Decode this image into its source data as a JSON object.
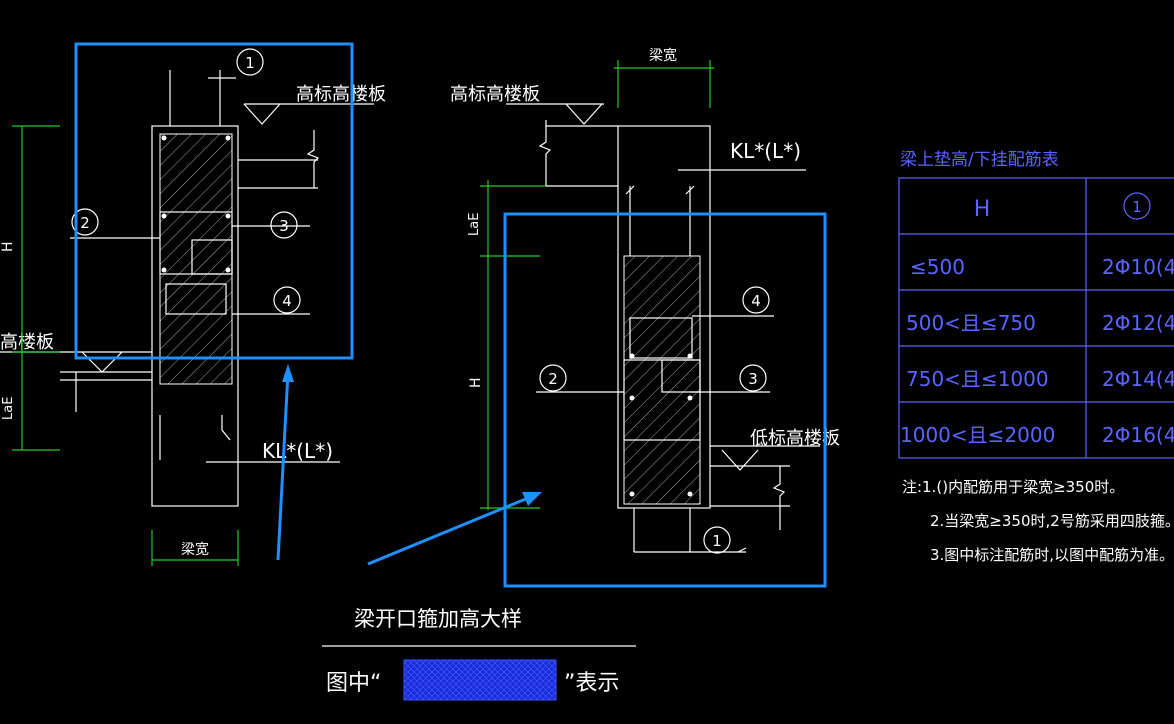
{
  "left_detail": {
    "circle_top": "1",
    "circle_mid_left": "2",
    "circle_mid_right": "3",
    "circle_low": "4",
    "slab_top_label": "高标高楼板",
    "slab_low_label": "高楼板",
    "beam_label": "KL*(L*)",
    "width_label": "梁宽",
    "dim_h": "H",
    "dim_lae": "LaE"
  },
  "right_detail": {
    "width_label": "梁宽",
    "slab_high_label": "高标高楼板",
    "beam_label": "KL*(L*)",
    "circle_4": "4",
    "circle_2": "2",
    "circle_3": "3",
    "circle_1": "1",
    "slab_low_label": "低标高楼板",
    "dim_lae": "LaE",
    "dim_h": "H"
  },
  "table": {
    "title": "梁上垫高/下挂配筋表",
    "headers": [
      "H",
      "1"
    ],
    "rows": [
      [
        "≤500",
        "2Φ10(4"
      ],
      [
        "500<且≤750",
        "2Φ12(4"
      ],
      [
        "750<且≤1000",
        "2Φ14(4"
      ],
      [
        "1000<且≤2000",
        "2Φ16(4"
      ]
    ],
    "notes": [
      "注:1.()内配筋用于梁宽≥350时。",
      "2.当梁宽≥350时,2号筋采用四肢箍。",
      "3.图中标注配筋时,以图中配筋为准。"
    ]
  },
  "caption": {
    "title": "梁开口箍加高大样",
    "legend_prefix": "图中“",
    "legend_suffix": "”表示"
  },
  "colors": {
    "highlight": "#1e90ff",
    "dimension": "#22cc22",
    "table": "#5a64ff",
    "legend_fill": "#1a2bd6"
  }
}
